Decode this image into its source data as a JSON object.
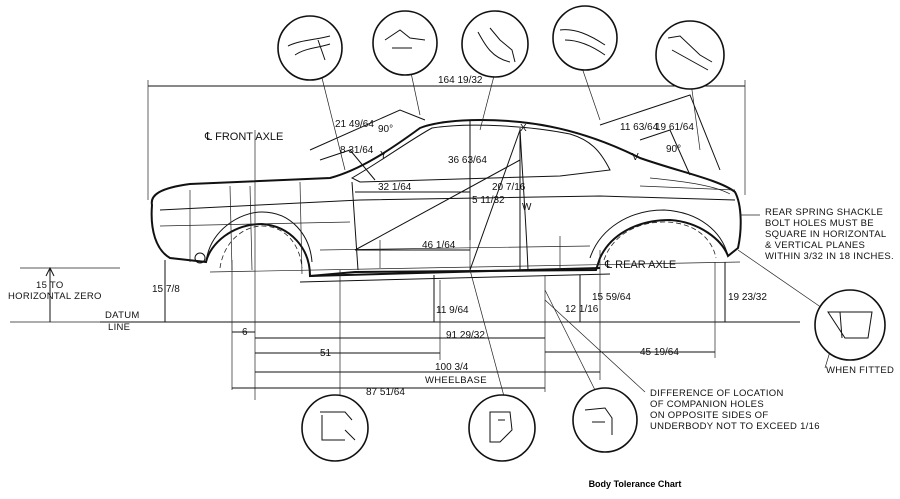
{
  "caption": "Body Tolerance Chart",
  "labels": {
    "overall_length": "164 19/32",
    "front_axle": "℄  FRONT AXLE",
    "rear_axle": "℄  REAR AXLE",
    "horizontal_zero_a": "15 TO",
    "horizontal_zero_b": "HORIZONTAL ZERO",
    "datum_a": "DATUM",
    "datum_b": "LINE",
    "dim_6": "6",
    "dim_51": "51",
    "wheelbase_val": "100 3/4",
    "wheelbase": "WHEELBASE",
    "dim_87": "87 51/64",
    "dim_45": "45 19/64",
    "dim_91": "91 29/32",
    "dim_11": "11 9/64",
    "dim_12": "12 1/16",
    "dim_15r": "15 59/64",
    "dim_19": "19 23/32",
    "dim_15f": "15 7/8",
    "dim_36": "36 63/64",
    "dim_20": "20 7/16",
    "dim_5": "5 11/32",
    "dim_32": "32 1/64",
    "dim_46": "46 1/64",
    "dim_21": "21 49/64",
    "dim_8": "8 31/64",
    "angle_front": "90°",
    "dim_11r": "11 63/64",
    "dim_19r": "19 61/64",
    "angle_rear": "90°",
    "pt_x": "X",
    "pt_w": "W",
    "pt_v": "V",
    "pt_y": "Y",
    "rear_spring": [
      "REAR SPRING SHACKLE",
      "BOLT HOLES MUST BE",
      "SQUARE IN HORIZONTAL",
      "& VERTICAL PLANES",
      "WITHIN 3/32 IN 18 INCHES."
    ],
    "when_fitted": "WHEN FITTED",
    "difference": [
      "DIFFERENCE OF LOCATION",
      "OF COMPANION HOLES",
      "ON OPPOSITE SIDES OF",
      "UNDERBODY  NOT TO EXCEED 1/16"
    ]
  }
}
